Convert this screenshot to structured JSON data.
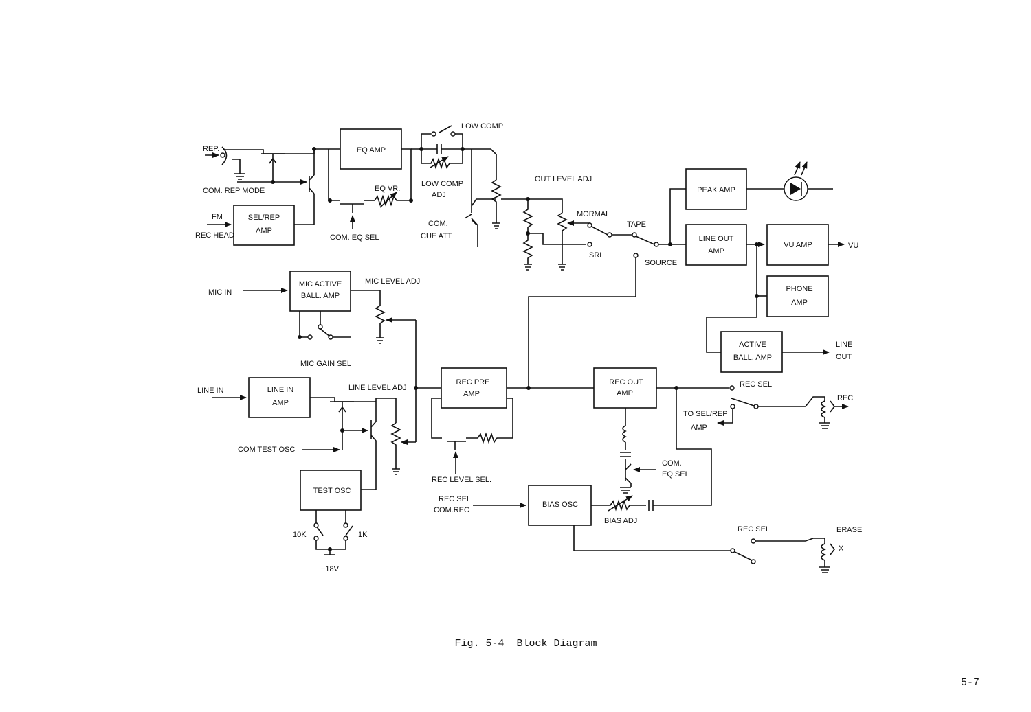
{
  "caption": "Fig. 5-4  Block Diagram",
  "page_number": "5-7",
  "blocks": {
    "eq_amp": [
      "EQ AMP"
    ],
    "sel_rep_amp": [
      "SEL/REP",
      "AMP"
    ],
    "peak_amp": [
      "PEAK AMP"
    ],
    "line_out_amp": [
      "LINE OUT",
      "AMP"
    ],
    "vu_amp": [
      "VU AMP"
    ],
    "phone_amp": [
      "PHONE",
      "AMP"
    ],
    "active_ball_amp": [
      "ACTIVE",
      "BALL. AMP"
    ],
    "mic_active_ball_amp": [
      "MIC ACTIVE",
      "BALL. AMP"
    ],
    "line_in_amp": [
      "LINE IN",
      "AMP"
    ],
    "rec_pre_amp": [
      "REC PRE",
      "AMP"
    ],
    "rec_out_amp": [
      "REC OUT",
      "AMP"
    ],
    "test_osc": [
      "TEST OSC"
    ],
    "bias_osc": [
      "BIAS OSC"
    ]
  },
  "labels": {
    "rep": "REP.",
    "com_rep_mode": "COM. REP MODE",
    "fm": "FM",
    "rec_head": "REC HEAD",
    "eq_vr": "EQ VR.",
    "com_eq_sel_top": "COM. EQ SEL",
    "low_comp": "LOW COMP",
    "low_comp_adj_1": "LOW COMP",
    "low_comp_adj_2": "ADJ",
    "com_cue_att_1": "COM.",
    "com_cue_att_2": "CUE ATT",
    "out_level_adj": "OUT LEVEL ADJ",
    "mormal": "MORMAL",
    "srl": "SRL",
    "tape": "TAPE",
    "source": "SOURCE",
    "vu": "VU",
    "line_out_1": "LINE",
    "line_out_2": "OUT",
    "mic_in": "MIC IN",
    "mic_level_adj": "MIC LEVEL ADJ",
    "mic_gain_sel": "MIC GAIN SEL",
    "line_in": "LINE IN",
    "line_level_adj": "LINE LEVEL ADJ",
    "com_test_osc": "COM TEST OSC",
    "rec_level_sel": "REC LEVEL SEL.",
    "rec_sel_top": "REC SEL",
    "to_sel_rep_1": "TO SEL/REP",
    "to_sel_rep_2": "AMP",
    "rec": "REC",
    "com_eq_sel_1": "COM.",
    "com_eq_sel_2": "EQ SEL",
    "rec_sel_com_rec_1": "REC SEL",
    "rec_sel_com_rec_2": "COM.REC",
    "bias_adj": "BIAS ADJ",
    "rec_sel_bottom": "REC SEL",
    "erase": "ERASE",
    "x": "X",
    "sw_10k": "10K",
    "sw_1k": "1K",
    "minus_18v": "−18V"
  }
}
